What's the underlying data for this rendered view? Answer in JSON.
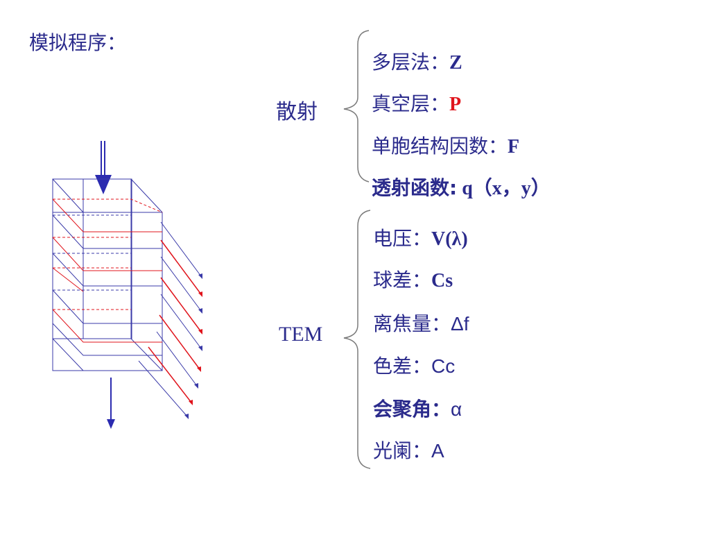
{
  "title": "模拟程序：",
  "groups": {
    "scatter": {
      "label": "散射",
      "items": [
        {
          "prefix": "多层法：",
          "symbol": "Z"
        },
        {
          "prefix": "真空层：",
          "symbol": "P"
        },
        {
          "prefix": "单胞结构因数：",
          "symbol": "F"
        },
        {
          "prefix": "透射函数:",
          "symbol": " q（x，y）"
        }
      ]
    },
    "tem": {
      "label": "TEM",
      "items": [
        {
          "prefix": "电压：",
          "symbol": "V(λ)"
        },
        {
          "prefix": "球差：",
          "symbol": "Cs"
        },
        {
          "prefix": "离焦量：",
          "symbol": "Δf"
        },
        {
          "prefix": "色差：",
          "symbol": "Cc"
        },
        {
          "prefix": "会聚角：",
          "symbol": "α"
        },
        {
          "prefix": "光阑：",
          "symbol": "A"
        }
      ]
    }
  },
  "colors": {
    "text": "#2b2b8c",
    "highlight": "#e0141c",
    "line_blue": "#3a3aa8",
    "line_red": "#e0141c",
    "brace": "#7a7a7a"
  },
  "icons": {
    "beam_in": "incident-beam-arrow-icon",
    "beam_out": "transmitted-beam-arrow-icon",
    "slab": "multislice-crystal-diagram"
  }
}
